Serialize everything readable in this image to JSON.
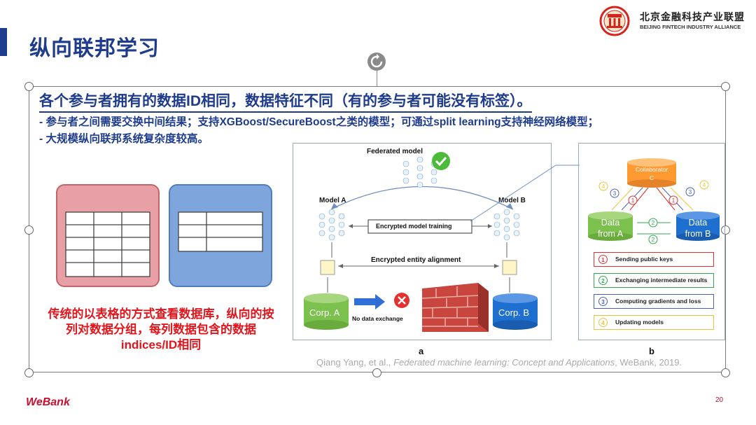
{
  "header": {
    "title": "纵向联邦学习",
    "org_name_cn": "北京金融科技产业联盟",
    "org_name_en": "BEIJING FINTECH INDUSTRY ALLIANCE"
  },
  "content": {
    "heading": "各个参与者拥有的数据ID相同，数据特征不同（有的参与者可能没有标签）。",
    "bullets": [
      "- 参与者之间需要交换中间结果；支持XGBoost/SecureBoost之类的模型；可通过split learning支持神经网络模型；",
      "- 大规模纵向联邦系统复杂度较高。"
    ],
    "table_caption_lines": [
      "传统的以表格的方式查看数据库，纵向的按",
      "列对数据分组，每列数据包含的数据",
      "indices/ID相同"
    ]
  },
  "figure_a": {
    "federated_model": "Federated model",
    "model_a": "Model A",
    "model_b": "Model B",
    "encrypted_training": "Encrypted model training",
    "entity_alignment": "Encrypted entity alignment",
    "corp_a": "Corp. A",
    "corp_b": "Corp. B",
    "no_exchange": "No data exchange",
    "label": "a"
  },
  "figure_b": {
    "collaborator_line1": "Collaborator",
    "collaborator_line2": "C",
    "data_a_line1": "Data",
    "data_a_line2": "from A",
    "data_b_line1": "Data",
    "data_b_line2": "from B",
    "legend": [
      {
        "num": "1",
        "text": "Sending public keys",
        "color": "#e03030"
      },
      {
        "num": "2",
        "text": "Exchanging intermediate results",
        "color": "#2fa84f"
      },
      {
        "num": "3",
        "text": "Computing gradients and loss",
        "color": "#4a5fc1"
      },
      {
        "num": "4",
        "text": "Updating models",
        "color": "#e8c63a"
      }
    ],
    "label": "b"
  },
  "citation": {
    "authors": "Qiang Yang, et al., ",
    "title": "Federated machine learning: Concept and Applications",
    "tail": ", WeBank, 2019."
  },
  "footer": {
    "brand": "WeBank",
    "page": "20"
  },
  "colors": {
    "title_blue": "#1f3c8c",
    "red_text": "#e0161c",
    "table_red": "#e8a0a6",
    "table_blue": "#7ea6dc",
    "green_db": "#7cc04e",
    "blue_db": "#1f6fd0",
    "orange": "#ff9a33"
  }
}
